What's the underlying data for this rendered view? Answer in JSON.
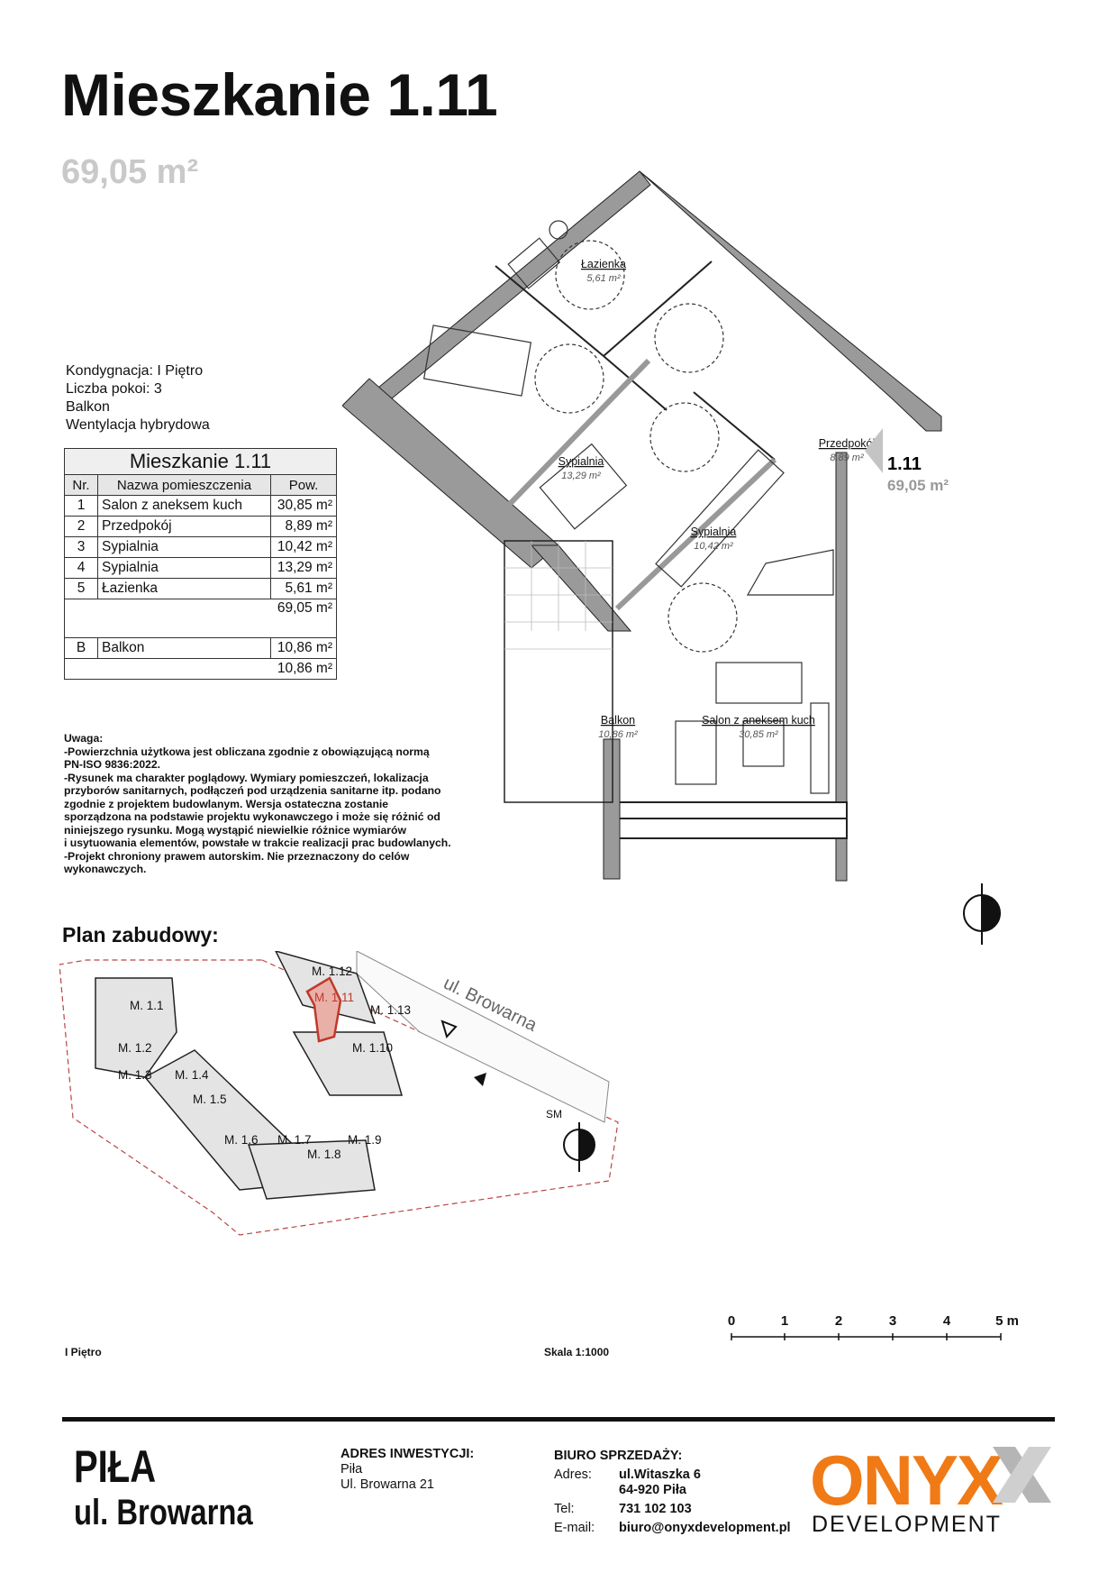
{
  "header": {
    "title": "Mieszkanie 1.11",
    "area": "69,05 m²"
  },
  "info": {
    "kondygnacja": "Kondygnacja: I Piętro",
    "pokoje": "Liczba pokoi: 3",
    "balkon": "Balkon",
    "wentylacja": "Wentylacja hybrydowa"
  },
  "room_table": {
    "caption": "Mieszkanie 1.11",
    "headers": [
      "Nr.",
      "Nazwa pomieszczenia",
      "Pow."
    ],
    "rows": [
      {
        "nr": "1",
        "name": "Salon z aneksem kuch",
        "area": "30,85 m²"
      },
      {
        "nr": "2",
        "name": "Przedpokój",
        "area": "8,89 m²"
      },
      {
        "nr": "3",
        "name": "Sypialnia",
        "area": "10,42 m²"
      },
      {
        "nr": "4",
        "name": "Sypialnia",
        "area": "13,29 m²"
      },
      {
        "nr": "5",
        "name": "Łazienka",
        "area": "5,61 m²"
      }
    ],
    "total": "69,05 m²",
    "balcony": {
      "nr": "B",
      "name": "Balkon",
      "area": "10,86 m²"
    },
    "balcony_total": "10,86 m²"
  },
  "note": {
    "lines": [
      "Uwaga:",
      "-Powierzchnia użytkowa jest obliczana zgodnie z obowiązującą normą",
      "PN-ISO 9836:2022.",
      "-Rysunek ma charakter poglądowy. Wymiary pomieszczeń, lokalizacja",
      "przyborów sanitarnych, podłączeń pod urządzenia sanitarne itp. podano",
      "zgodnie z projektem budowlanym. Wersja ostateczna zostanie",
      "sporządzona na podstawie projektu wykonawczego i może się różnić od",
      "niniejszego rysunku. Mogą wystąpić niewielkie różnice wymiarów",
      "i usytuowania elementów, powstałe w trakcie realizacji prac budowlanych.",
      "-Projekt chroniony prawem autorskim. Nie przeznaczony do celów",
      "wykonawczych."
    ]
  },
  "plan": {
    "rooms": [
      {
        "name": "Łazienka",
        "area": "5,61 m²"
      },
      {
        "name": "Sypialnia",
        "area": "13,29 m²"
      },
      {
        "name": "Przedpokój",
        "area": "8,89 m²"
      },
      {
        "name": "Sypialnia",
        "area": "10,42 m²"
      },
      {
        "name": "Balkon",
        "area": "10,86 m²"
      },
      {
        "name": "Salon z aneksem kuch",
        "area": "30,85 m²"
      }
    ],
    "entrance_label": "1.11",
    "entrance_area": "69,05 m²"
  },
  "site_plan": {
    "title": "Plan zabudowy:",
    "street": "ul. Browarna",
    "units": [
      "M. 1.12",
      "M. 1.11",
      "M. 1.13",
      "M. 1.1",
      "M. 1.10",
      "M. 1.2",
      "M. 1.3",
      "M. 1.4",
      "M. 1.5",
      "M. 1.6",
      "M. 1.7",
      "M. 1.8",
      "M. 1.9"
    ],
    "sm_label": "SM",
    "floor_label": "I Piętro",
    "scale_label": "Skala 1:1000"
  },
  "scale_bar": {
    "ticks": [
      "0",
      "1",
      "2",
      "3",
      "4",
      "5 m"
    ]
  },
  "footer": {
    "city": "PIŁA",
    "street": "ul. Browarna",
    "invest_heading": "ADRES INWESTYCJI:",
    "invest_city": "Piła",
    "invest_street": "Ul. Browarna 21",
    "office_heading": "BIURO SPRZEDAŻY:",
    "office": [
      {
        "key": "Adres:",
        "value": "ul.Witaszka 6"
      },
      {
        "key": "",
        "value": "64-920 Piła"
      },
      {
        "key": "Tel:",
        "value": "731 102 103"
      },
      {
        "key": "E-mail:",
        "value": "biuro@onyxdevelopment.pl"
      }
    ],
    "logo_text": "ONYX",
    "logo_sub": "DEVELOPMENT",
    "colors": {
      "logo_orange": "#f07a16",
      "logo_grey": "#b5b5b5"
    }
  }
}
